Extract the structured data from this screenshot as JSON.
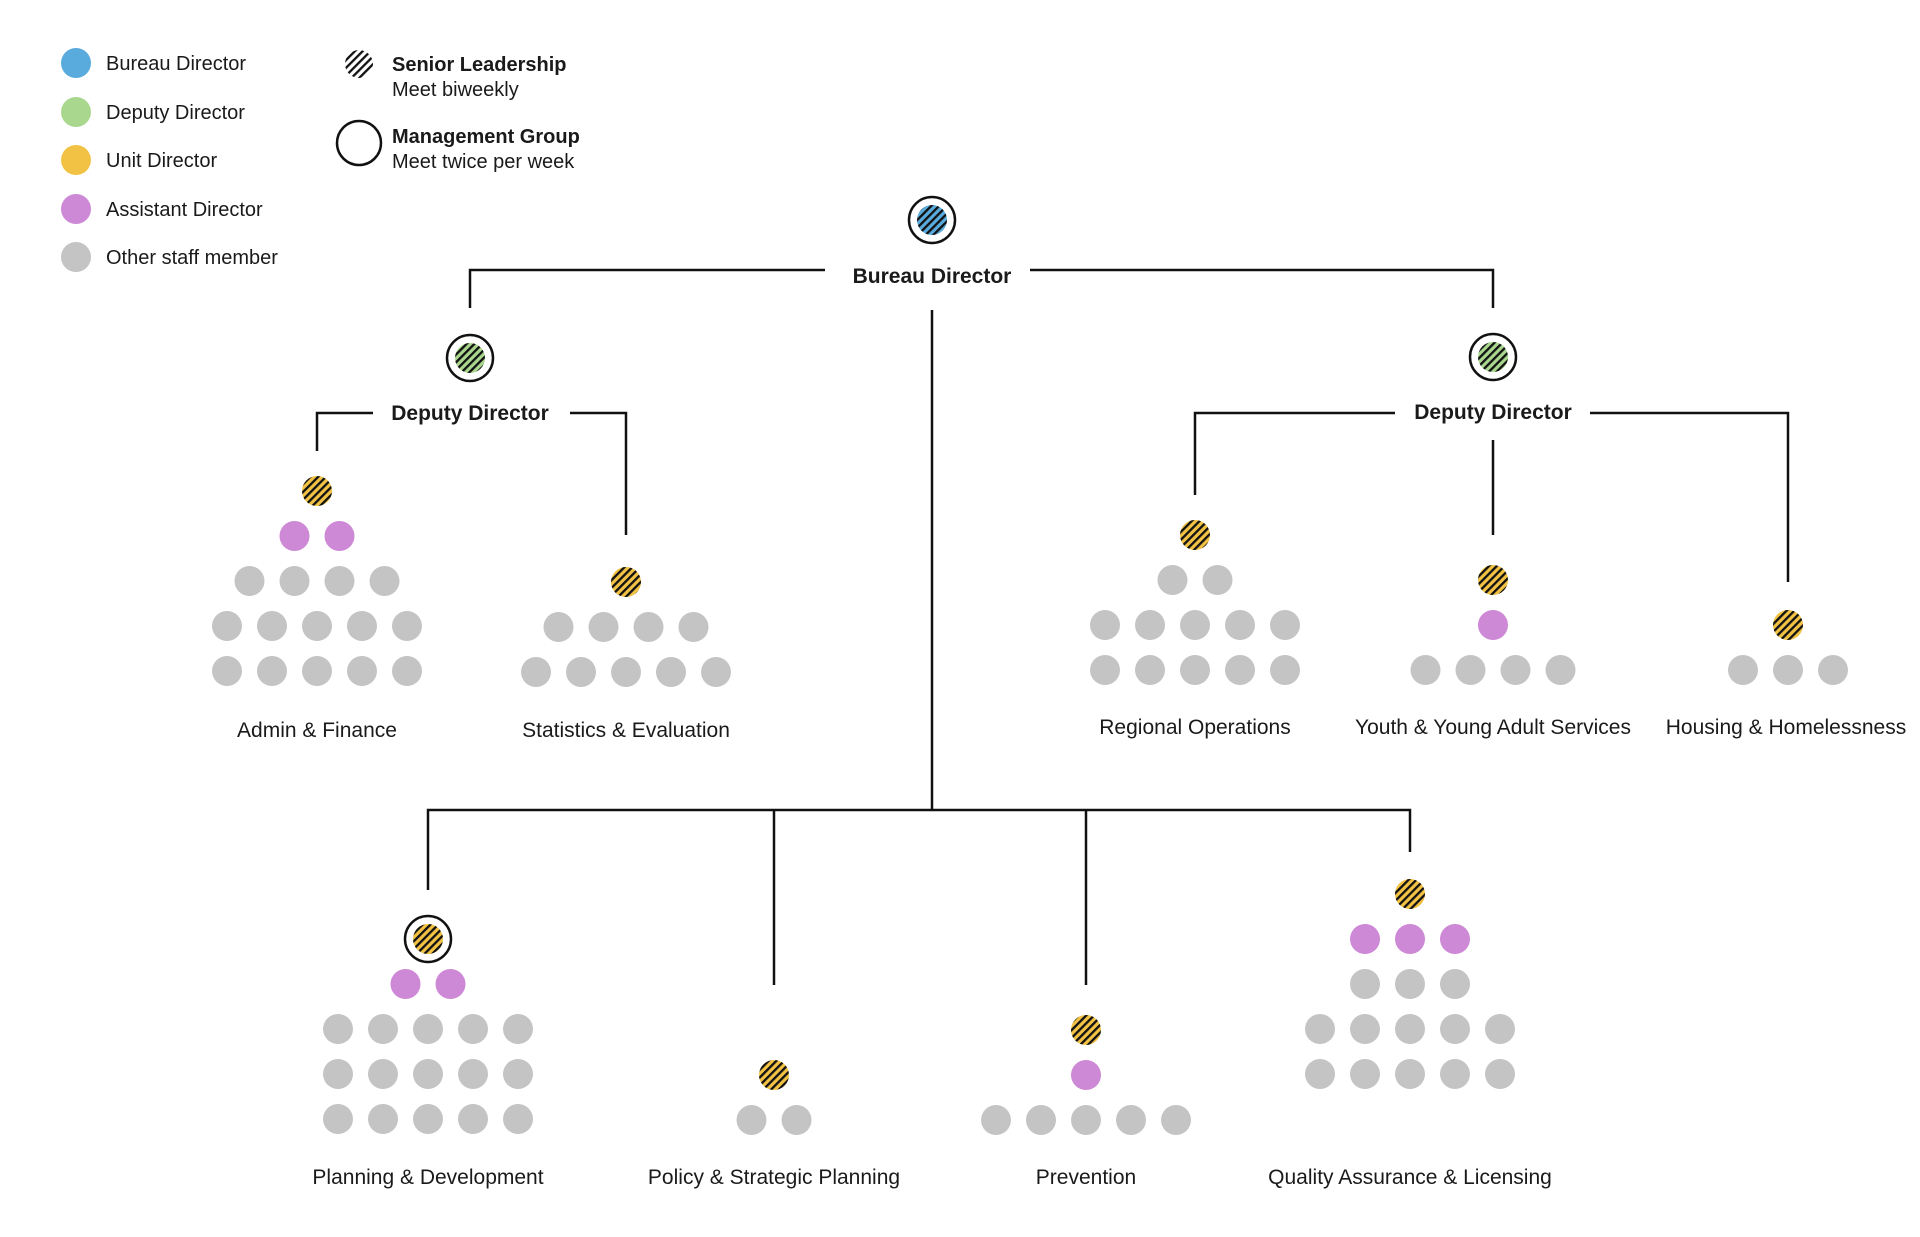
{
  "colors": {
    "bureau": "#58abdc",
    "deputy": "#a8d78d",
    "unit": "#f2c244",
    "assistant": "#cd88d6",
    "other": "#c4c4c4",
    "line": "#111111"
  },
  "legend": {
    "roles": [
      {
        "key": "bureau",
        "label": "Bureau Director"
      },
      {
        "key": "deputy",
        "label": "Deputy Director"
      },
      {
        "key": "unit",
        "label": "Unit Director"
      },
      {
        "key": "assistant",
        "label": "Assistant Director"
      },
      {
        "key": "other",
        "label": "Other staff member"
      }
    ],
    "groups": [
      {
        "key": "senior",
        "title": "Senior Leadership",
        "subtitle": "Meet biweekly"
      },
      {
        "key": "management",
        "title": "Management Group",
        "subtitle": "Meet twice per week"
      }
    ]
  },
  "nodes": {
    "bureau_director": {
      "label": "Bureau Director"
    },
    "deputy_left": {
      "label": "Deputy Director"
    },
    "deputy_right": {
      "label": "Deputy Director"
    }
  },
  "units": [
    {
      "id": "admin",
      "label": "Admin & Finance",
      "rows": [
        [
          "unit"
        ],
        [
          "assistant",
          "assistant"
        ],
        [
          "other",
          "other",
          "other",
          "other"
        ],
        [
          "other",
          "other",
          "other",
          "other",
          "other"
        ],
        [
          "other",
          "other",
          "other",
          "other",
          "other"
        ]
      ],
      "management_ring": false
    },
    {
      "id": "stats",
      "label": "Statistics & Evaluation",
      "rows": [
        [
          "unit"
        ],
        [
          "other",
          "other",
          "other",
          "other"
        ],
        [
          "other",
          "other",
          "other",
          "other",
          "other"
        ]
      ],
      "management_ring": false
    },
    {
      "id": "regional",
      "label": "Regional Operations",
      "rows": [
        [
          "unit"
        ],
        [
          "other",
          "other"
        ],
        [
          "other",
          "other",
          "other",
          "other",
          "other"
        ],
        [
          "other",
          "other",
          "other",
          "other",
          "other"
        ]
      ],
      "management_ring": false
    },
    {
      "id": "youth",
      "label": "Youth & Young Adult Services",
      "rows": [
        [
          "unit"
        ],
        [
          "assistant"
        ],
        [
          "other",
          "other",
          "other",
          "other"
        ]
      ],
      "management_ring": false
    },
    {
      "id": "housing",
      "label": "Housing & Homelessness",
      "rows": [
        [
          "unit"
        ],
        [
          "other",
          "other",
          "other"
        ]
      ],
      "management_ring": false
    },
    {
      "id": "planning",
      "label": "Planning & Development",
      "rows": [
        [
          "unit"
        ],
        [
          "assistant",
          "assistant"
        ],
        [
          "other",
          "other",
          "other",
          "other",
          "other"
        ],
        [
          "other",
          "other",
          "other",
          "other",
          "other"
        ],
        [
          "other",
          "other",
          "other",
          "other",
          "other"
        ]
      ],
      "management_ring": true
    },
    {
      "id": "policy",
      "label": "Policy & Strategic Planning",
      "rows": [
        [
          "unit"
        ],
        [
          "other",
          "other"
        ]
      ],
      "management_ring": false
    },
    {
      "id": "prevention",
      "label": "Prevention",
      "rows": [
        [
          "unit"
        ],
        [
          "assistant"
        ],
        [
          "other",
          "other",
          "other",
          "other",
          "other"
        ]
      ],
      "management_ring": false
    },
    {
      "id": "qa",
      "label": "Quality Assurance & Licensing",
      "rows": [
        [
          "unit"
        ],
        [
          "assistant",
          "assistant",
          "assistant"
        ],
        [
          "other",
          "other",
          "other"
        ],
        [
          "other",
          "other",
          "other",
          "other",
          "other"
        ],
        [
          "other",
          "other",
          "other",
          "other",
          "other"
        ]
      ],
      "management_ring": false
    }
  ]
}
